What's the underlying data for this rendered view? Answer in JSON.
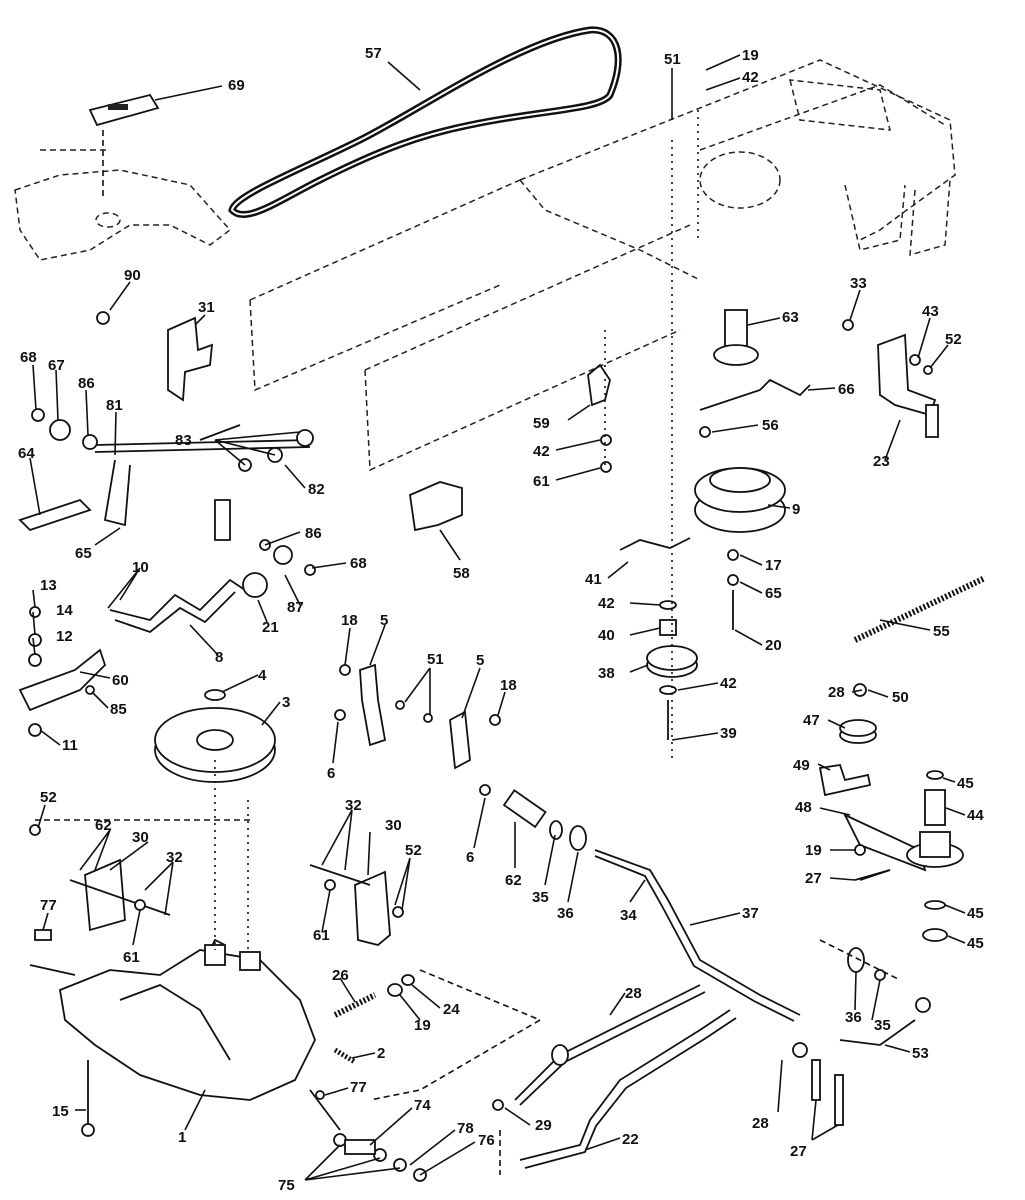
{
  "callouts": [
    {
      "id": "c57",
      "text": "57"
    },
    {
      "id": "c51a",
      "text": "51"
    },
    {
      "id": "c19a",
      "text": "19"
    },
    {
      "id": "c42a",
      "text": "42"
    },
    {
      "id": "c69",
      "text": "69"
    },
    {
      "id": "c90",
      "text": "90"
    },
    {
      "id": "c31",
      "text": "31"
    },
    {
      "id": "c63top",
      "text": "63"
    },
    {
      "id": "c33",
      "text": "33"
    },
    {
      "id": "c43",
      "text": "43"
    },
    {
      "id": "c52a",
      "text": "52"
    },
    {
      "id": "c68a",
      "text": "68"
    },
    {
      "id": "c67",
      "text": "67"
    },
    {
      "id": "c86a",
      "text": "86"
    },
    {
      "id": "c81",
      "text": "81"
    },
    {
      "id": "c64",
      "text": "64"
    },
    {
      "id": "c65a",
      "text": "65"
    },
    {
      "id": "c83",
      "text": "83"
    },
    {
      "id": "c82",
      "text": "82"
    },
    {
      "id": "c86b",
      "text": "86"
    },
    {
      "id": "c68b",
      "text": "68"
    },
    {
      "id": "c87",
      "text": "87"
    },
    {
      "id": "c21",
      "text": "21"
    },
    {
      "id": "c10",
      "text": "10"
    },
    {
      "id": "c8",
      "text": "8"
    },
    {
      "id": "c13",
      "text": "13"
    },
    {
      "id": "c14",
      "text": "14"
    },
    {
      "id": "c12",
      "text": "12"
    },
    {
      "id": "c60",
      "text": "60"
    },
    {
      "id": "c85",
      "text": "85"
    },
    {
      "id": "c11",
      "text": "11"
    },
    {
      "id": "c58",
      "text": "58"
    },
    {
      "id": "c59",
      "text": "59"
    },
    {
      "id": "c42b",
      "text": "42"
    },
    {
      "id": "c61a",
      "text": "61"
    },
    {
      "id": "c66",
      "text": "66"
    },
    {
      "id": "c56",
      "text": "56"
    },
    {
      "id": "c23",
      "text": "23"
    },
    {
      "id": "c9",
      "text": "9"
    },
    {
      "id": "c41",
      "text": "41"
    },
    {
      "id": "c17",
      "text": "17"
    },
    {
      "id": "c65b",
      "text": "65"
    },
    {
      "id": "c20",
      "text": "20"
    },
    {
      "id": "c42c",
      "text": "42"
    },
    {
      "id": "c40",
      "text": "40"
    },
    {
      "id": "c38",
      "text": "38"
    },
    {
      "id": "c42d",
      "text": "42"
    },
    {
      "id": "c39",
      "text": "39"
    },
    {
      "id": "c55",
      "text": "55"
    },
    {
      "id": "c4",
      "text": "4"
    },
    {
      "id": "c3",
      "text": "3"
    },
    {
      "id": "c18a",
      "text": "18"
    },
    {
      "id": "c5a",
      "text": "5"
    },
    {
      "id": "c51b",
      "text": "51"
    },
    {
      "id": "c5b",
      "text": "5"
    },
    {
      "id": "c18b",
      "text": "18"
    },
    {
      "id": "c6a",
      "text": "6"
    },
    {
      "id": "c6b",
      "text": "6"
    },
    {
      "id": "c28a",
      "text": "28"
    },
    {
      "id": "c50",
      "text": "50"
    },
    {
      "id": "c47",
      "text": "47"
    },
    {
      "id": "c49",
      "text": "49"
    },
    {
      "id": "c45a",
      "text": "45"
    },
    {
      "id": "c44",
      "text": "44"
    },
    {
      "id": "c48",
      "text": "48"
    },
    {
      "id": "c19b",
      "text": "19"
    },
    {
      "id": "c27a",
      "text": "27"
    },
    {
      "id": "c45b",
      "text": "45"
    },
    {
      "id": "c45c",
      "text": "45"
    },
    {
      "id": "c52b",
      "text": "52"
    },
    {
      "id": "c62",
      "text": "62"
    },
    {
      "id": "c30a",
      "text": "30"
    },
    {
      "id": "c32a",
      "text": "32"
    },
    {
      "id": "c61b",
      "text": "61"
    },
    {
      "id": "c77a",
      "text": "77"
    },
    {
      "id": "c32b",
      "text": "32"
    },
    {
      "id": "c30b",
      "text": "30"
    },
    {
      "id": "c52c",
      "text": "52"
    },
    {
      "id": "c61c",
      "text": "61"
    },
    {
      "id": "c62b",
      "text": "62"
    },
    {
      "id": "c35a",
      "text": "35"
    },
    {
      "id": "c36a",
      "text": "36"
    },
    {
      "id": "c34",
      "text": "34"
    },
    {
      "id": "c37",
      "text": "37"
    },
    {
      "id": "c26",
      "text": "26"
    },
    {
      "id": "c19c",
      "text": "19"
    },
    {
      "id": "c24",
      "text": "24"
    },
    {
      "id": "c2",
      "text": "2"
    },
    {
      "id": "c77b",
      "text": "77"
    },
    {
      "id": "c28b",
      "text": "28"
    },
    {
      "id": "c36b",
      "text": "36"
    },
    {
      "id": "c35b",
      "text": "35"
    },
    {
      "id": "c53",
      "text": "53"
    },
    {
      "id": "c15",
      "text": "15"
    },
    {
      "id": "c1",
      "text": "1"
    },
    {
      "id": "c74",
      "text": "74"
    },
    {
      "id": "c29",
      "text": "29"
    },
    {
      "id": "c22",
      "text": "22"
    },
    {
      "id": "c28c",
      "text": "28"
    },
    {
      "id": "c27b",
      "text": "27"
    },
    {
      "id": "c78",
      "text": "78"
    },
    {
      "id": "c76",
      "text": "76"
    },
    {
      "id": "c75",
      "text": "75"
    }
  ],
  "colors": {
    "ink": "#111111",
    "paper": "#ffffff"
  }
}
